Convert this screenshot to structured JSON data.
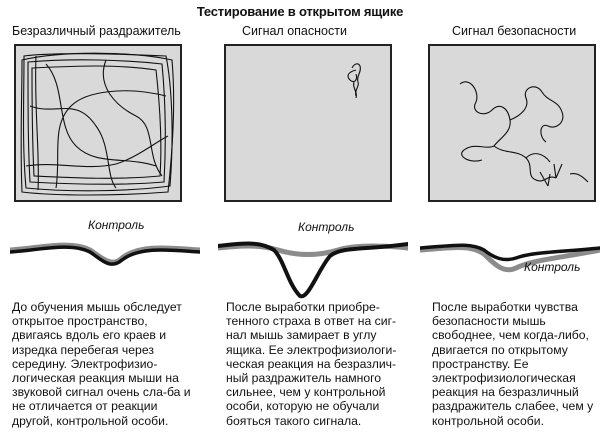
{
  "title": "Тестирование в открытом ящике",
  "panels": [
    {
      "header": "Безразличный раздражитель",
      "control_label": "Контроль",
      "description": "До обучения мышь обследует открытое пространство, двигаясь вдоль его краев и изредка перебегая через середину. Электрофизио-логическая реакция мыши на звуковой сигнал очень сла-ба и не отличается от реакции другой, контрольной особи."
    },
    {
      "header": "Сигнал опасности",
      "control_label": "Контроль",
      "description": "После выработки приобре-тенного страха в ответ на сиг-нал мышь замирает в углу ящика. Ее электрофизиологи-ческая реакция на безразлич-ный раздражитель намного сильнее, чем у контрольной особи, которую не обучали бояться такого сигнала."
    },
    {
      "header": "Сигнал безопасности",
      "control_label": "Контроль",
      "description": "После выработки чувства безопасности мышь свободнее, чем когда-либо, двигается по открытому пространству. Ее электрофизиологическая реакция на безразличный раздражитель слабее, чем у контрольной особи."
    }
  ],
  "colors": {
    "trace": "#111111",
    "control_trace": "#8c8c8c",
    "box_fill": "#d9d9d9"
  }
}
